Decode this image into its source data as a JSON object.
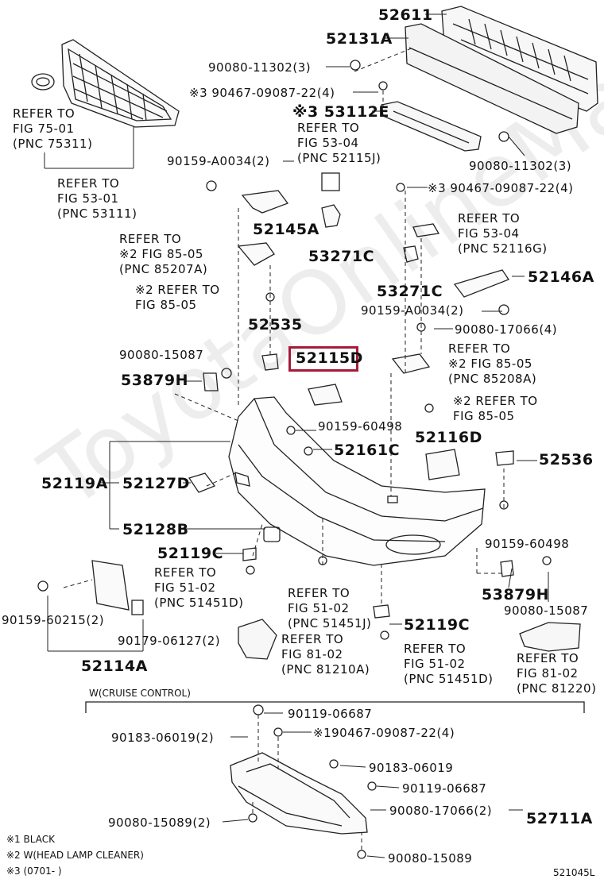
{
  "watermark": "ToyotaOnlineMan",
  "diagram_code": "521045L",
  "section_title": "W(CRUISE CONTROL)",
  "footnotes": [
    "※1 BLACK",
    "※2 W(HEAD LAMP CLEANER)",
    "※3 (0701-     )"
  ],
  "highlighted_part": "52115D",
  "parts": {
    "p52611": "52611",
    "p52131A": "52131A",
    "p90080_11302_3a": "90080-11302(3)",
    "p90467_4a": "※3 90467-09087-22(4)",
    "p53112E": "※3 53112E",
    "p90159_A0034_2a": "90159-A0034(2)",
    "p90080_11302_3b": "90080-11302(3)",
    "p90467_4b": "※3 90467-09087-22(4)",
    "p52145A": "52145A",
    "p53271C_a": "53271C",
    "p52146A": "52146A",
    "p53271C_b": "53271C",
    "p90159_A0034_2b": "90159-A0034(2)",
    "p90080_17066_4": "90080-17066(4)",
    "p52535": "52535",
    "p90080_15087_a": "90080-15087",
    "p53879H_a": "53879H",
    "p52115D": "52115D",
    "p90159_60498_a": "90159-60498",
    "p52161C": "52161C",
    "p52116D": "52116D",
    "p52536": "52536",
    "p52119A": "52119A",
    "p52127D": "52127D",
    "p52128B": "52128B",
    "p90159_60498_b": "90159-60498",
    "p52119C_a": "52119C",
    "p53879H_b": "53879H",
    "p90080_15087_b": "90080-15087",
    "p52119C_b": "52119C",
    "p90159_60215_2": "90159-60215(2)",
    "p90179_06127_2": "90179-06127(2)",
    "p52114A": "52114A",
    "p90119_06687_a": "90119-06687",
    "p90183_06019_2": "90183-06019(2)",
    "p90467_1": "※190467-09087-22(4)",
    "p90183_06019": "90183-06019",
    "p90119_06687_b": "90119-06687",
    "p90080_15089_2": "90080-15089(2)",
    "p90080_17066_2": "90080-17066(2)",
    "p52711A": "52711A",
    "p90080_15089": "90080-15089"
  },
  "refs": {
    "r75_01": "REFER TO\nFIG 75-01\n(PNC 75311)",
    "r53_01": "REFER TO\nFIG 53-01\n(PNC 53111)",
    "r53_04a": "REFER TO\nFIG 53-04\n(PNC 52115J)",
    "r53_04b": "REFER TO\nFIG 53-04\n(PNC 52116G)",
    "r85_05a": "REFER TO\n※2 FIG 85-05\n(PNC 85207A)",
    "r85_05b": "※2 REFER TO\nFIG 85-05",
    "r85_05c": "REFER TO\n※2 FIG 85-05\n(PNC 85208A)",
    "r85_05d": "※2 REFER TO\nFIG 85-05",
    "r51_02a": "REFER TO\nFIG 51-02\n(PNC 51451D)",
    "r51_02b": "REFER TO\nFIG 51-02\n(PNC 51451J)",
    "r51_02c": "REFER TO\nFIG 51-02\n(PNC 51451D)",
    "r81_02a": "REFER TO\nFIG 81-02\n(PNC 81210A)",
    "r81_02b": "REFER TO\nFIG 81-02\n(PNC 81220)"
  }
}
